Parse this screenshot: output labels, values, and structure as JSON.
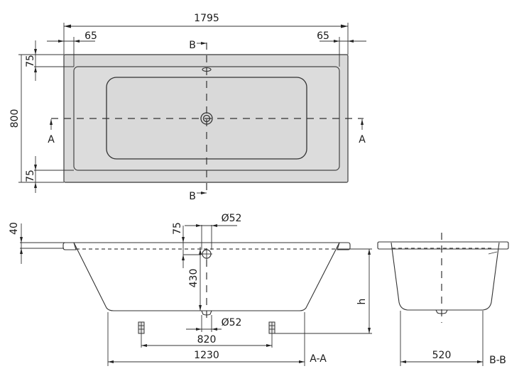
{
  "drawing": {
    "title": "Bathtub dimension drawing",
    "colors": {
      "tub_fill": "#d9d9d9",
      "line": "#333333",
      "background": "#ffffff"
    },
    "plan_view": {
      "overall_length": "1795",
      "rim_left": "65",
      "rim_right": "65",
      "rim_top": "75",
      "rim_bottom": "75",
      "overall_width": "800",
      "section_a_left": "A",
      "section_a_right": "A",
      "section_b_top": "B",
      "section_b_bottom": "B"
    },
    "section_aa": {
      "label": "A-A",
      "rim_thickness": "40",
      "overflow_offset": "75",
      "overflow_diameter": "Ø52",
      "overflow_to_drain": "430",
      "drain_diameter": "Ø52",
      "feet_spacing": "820",
      "bottom_length": "1230",
      "height": "h"
    },
    "section_bb": {
      "label": "B-B",
      "bottom_width": "520"
    }
  }
}
